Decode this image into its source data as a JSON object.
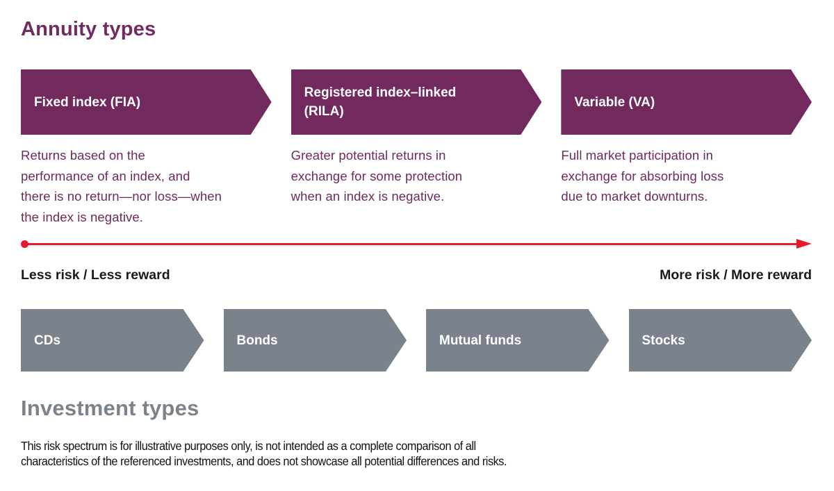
{
  "page": {
    "title": "Annuity types",
    "bottom_title": "Investment types",
    "disclaimer": "This risk spectrum is for illustrative purposes only, is not intended as a complete comparison of all\ncharacteristics of the referenced investments, and does not showcase all potential differences and risks."
  },
  "annuity_types": [
    {
      "label": "Fixed index (FIA)",
      "description": "Returns based on the\nperformance of an index, and\nthere is no return—nor loss—when\nthe index is negative."
    },
    {
      "label": "Registered index–linked\n(RILA)",
      "description": "Greater potential returns in\nexchange for some protection\nwhen an index is negative."
    },
    {
      "label": "Variable (VA)",
      "description": "Full market participation in\nexchange for absorbing loss\ndue to market downturns."
    }
  ],
  "spectrum": {
    "left_label": "Less risk / Less reward",
    "right_label": "More risk / More reward"
  },
  "investment_types": [
    {
      "label": "CDs"
    },
    {
      "label": "Bonds"
    },
    {
      "label": "Mutual funds"
    },
    {
      "label": "Stocks"
    }
  ],
  "colors": {
    "annuity_purple": "#72295E",
    "investment_gray": "#7A828B",
    "spectrum_red": "#E8192C",
    "label_black": "#1A1A1A"
  }
}
